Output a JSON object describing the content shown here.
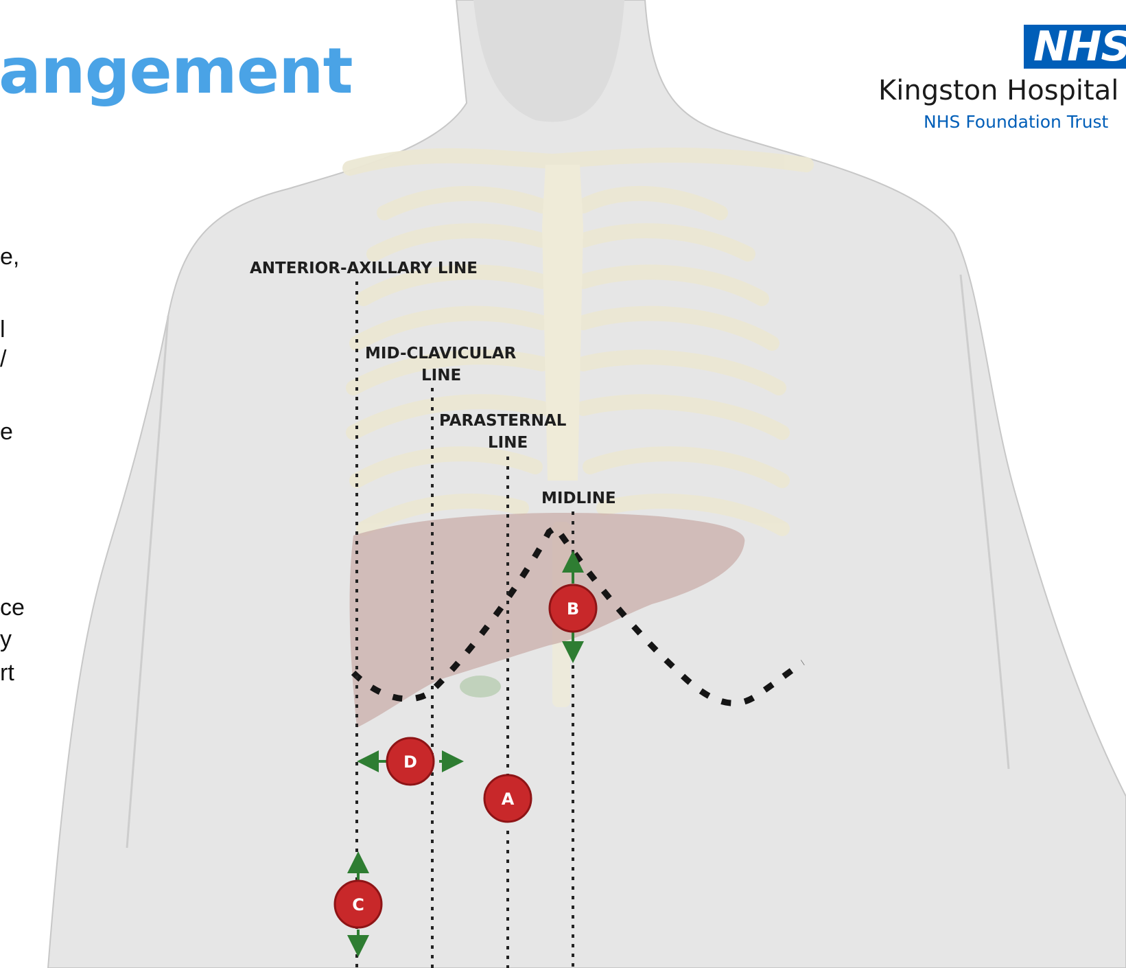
{
  "slide": {
    "title_fragment": "angement",
    "text_fragments": [
      "e,",
      "l",
      "/",
      "e",
      "ce",
      "y",
      "rt"
    ]
  },
  "logo": {
    "badge": "NHS",
    "org_name": "Kingston Hospital",
    "org_sub": "NHS Foundation Trust",
    "brand_color": "#005eb8"
  },
  "diagram": {
    "labels": {
      "anterior_axillary": "ANTERIOR-AXILLARY LINE",
      "mid_clavicular": [
        "MID-CLAVICULAR",
        "LINE"
      ],
      "parasternal": [
        "PARASTERNAL",
        "LINE"
      ],
      "midline": "MIDLINE"
    },
    "markers": [
      "A",
      "B",
      "C",
      "D"
    ],
    "colors": {
      "marker_fill": "#c8282a",
      "arrow": "#2e7d32",
      "liver": "#c9aea9",
      "skin": "#e6e6e6",
      "bone": "#ece8d4"
    }
  }
}
